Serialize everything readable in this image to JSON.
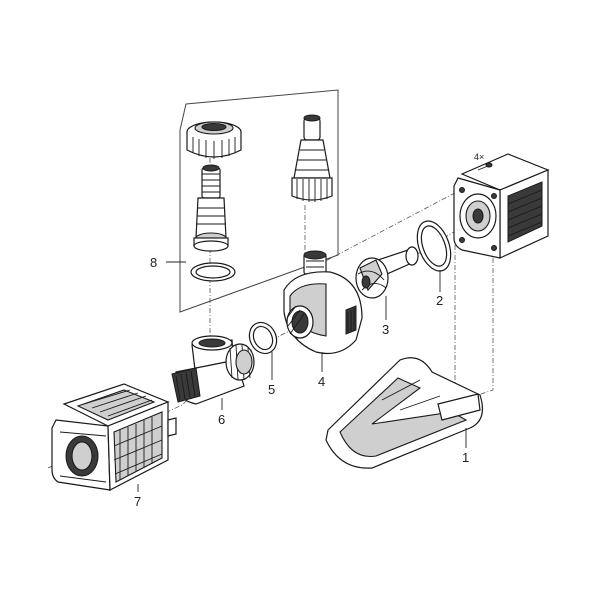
{
  "callouts": [
    {
      "id": "1",
      "text": "1"
    },
    {
      "id": "2",
      "text": "2"
    },
    {
      "id": "3",
      "text": "3"
    },
    {
      "id": "4",
      "text": "4"
    },
    {
      "id": "5",
      "text": "5"
    },
    {
      "id": "6",
      "text": "6"
    },
    {
      "id": "7",
      "text": "7"
    },
    {
      "id": "8",
      "text": "8"
    }
  ],
  "screw_quantity": "4×",
  "colors": {
    "line": "#1a1a1a",
    "shade": "#cfcfcf",
    "dark": "#3a3a3a",
    "background": "#ffffff"
  }
}
